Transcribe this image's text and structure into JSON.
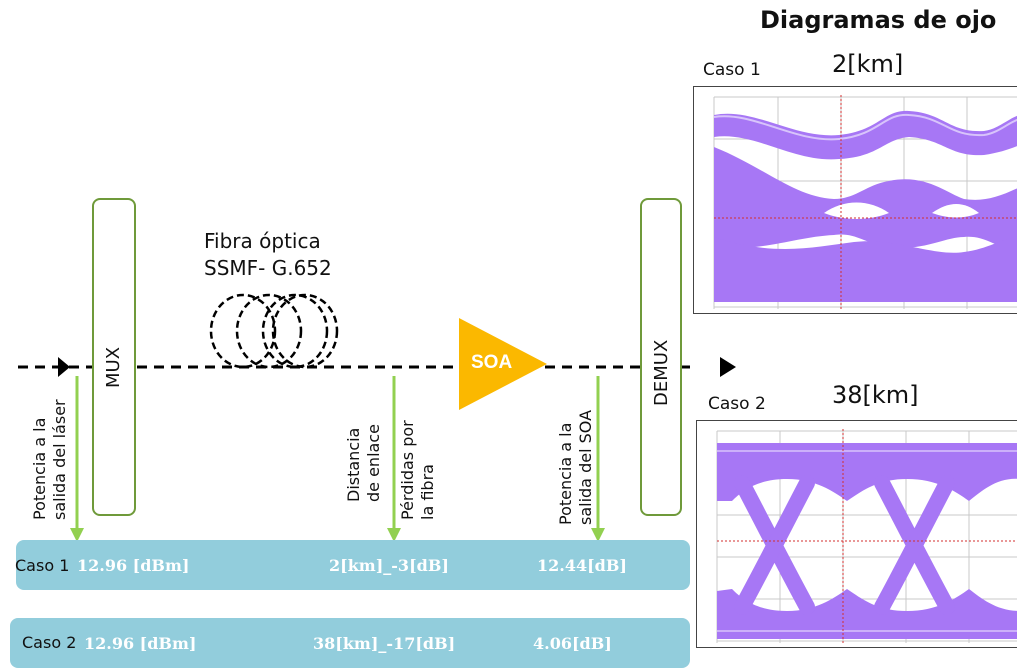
{
  "title": "Diagramas de ojo",
  "eye": {
    "case1_label": "Caso 1",
    "case1_distance": "2[km]",
    "case2_label": "Caso 2",
    "case2_distance": "38[km]"
  },
  "fiber": {
    "line1": "Fibra óptica",
    "line2": "SSMF- G.652"
  },
  "blocks": {
    "mux": "MUX",
    "demux": "DEMUX",
    "soa": "SOA"
  },
  "annotations": {
    "laser_l1": "Potencia a la",
    "laser_l2": "salida del láser",
    "distance_l1": "Distancia",
    "distance_l2": "de enlace",
    "losses_l1": "Pérdidas por",
    "losses_l2": "la fibra",
    "soa_l1": "Potencia a la",
    "soa_l2": "salida del SOA"
  },
  "table": {
    "rows": [
      {
        "label": "Caso 1",
        "laser": "12.96 [dBm]",
        "link": "2[km]_-3[dB]",
        "soa": "12.44[dB]"
      },
      {
        "label": "Caso 2",
        "laser": "12.96 [dBm]",
        "link": "38[km]_-17[dB]",
        "soa": "4.06[dB]"
      }
    ]
  },
  "colors": {
    "bar": "#92cddc",
    "arrow_green": "#92d050",
    "soa": "#fbb800",
    "eye": "#a777f5",
    "block_border": "#6f9a3a"
  }
}
